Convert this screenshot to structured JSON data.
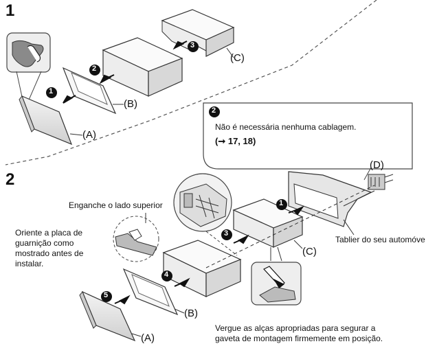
{
  "step1": {
    "number": "1",
    "labels": {
      "a": "(A)",
      "b": "(B)",
      "c": "(C)"
    },
    "callouts": [
      "1",
      "2",
      "3"
    ]
  },
  "step2": {
    "number": "2",
    "labels": {
      "a": "(A)",
      "b": "(B)",
      "c": "(C)",
      "d": "(D)"
    },
    "callouts": [
      "1",
      "3",
      "4",
      "5"
    ],
    "hook_note": "Enganche o lado superior",
    "orient_note_lines": [
      "Oriente a placa de",
      "guarnição como",
      "mostrado antes de",
      "instalar."
    ],
    "dashboard_label": "Tablier do seu automóve",
    "bend_note_lines": [
      "Vergue as alças apropriadas para segurar a",
      "gaveta de montagem firmemente em posição."
    ],
    "callout_box": {
      "number": "2",
      "text": "Não é necessária nenhuma cablagem.",
      "ref": "(➞ 17, 18)"
    }
  }
}
